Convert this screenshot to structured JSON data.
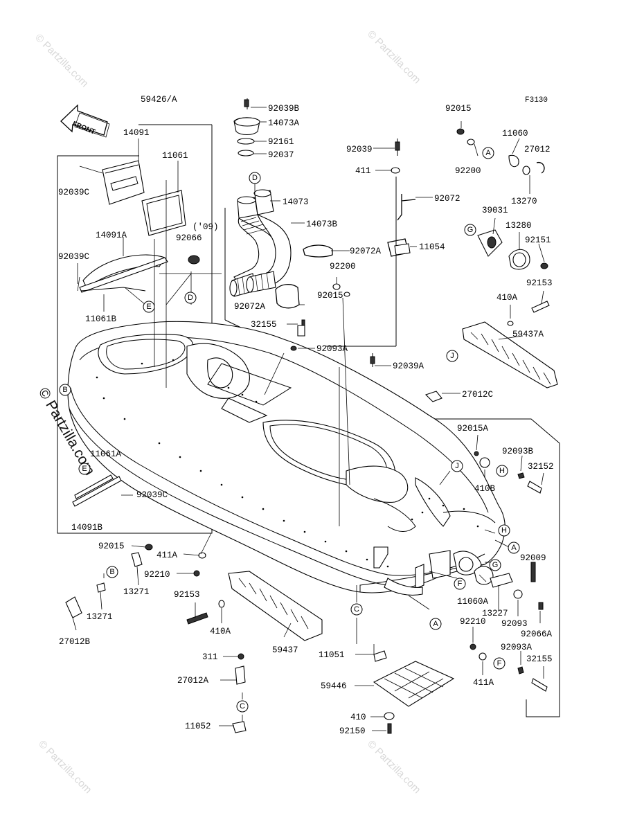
{
  "figure_code": "F3130",
  "front_label": "FRONT",
  "watermark": "© Partzilla.com",
  "side_watermark": "© Partzilla.com",
  "callouts": {
    "p59426A": "59426/A",
    "p14091": "14091",
    "p11061": "11061",
    "p92039C_1": "92039C",
    "p09": "('09)",
    "p92066": "92066",
    "p14091A": "14091A",
    "p92039C_2": "92039C",
    "p11061B": "11061B",
    "p11061A": "11061A",
    "p92039C_3": "92039C",
    "p14091B": "14091B",
    "p92039B": "92039B",
    "p14073A": "14073A",
    "p92161": "92161",
    "p92037": "92037",
    "p14073": "14073",
    "p14073B": "14073B",
    "p92072A_1": "92072A",
    "p92072A_2": "92072A",
    "p92200_1": "92200",
    "p92015_1": "92015",
    "p32155_1": "32155",
    "p92093A_1": "92093A",
    "p92039": "92039",
    "p411_1": "411",
    "p92072": "92072",
    "p11054": "11054",
    "p92039A": "92039A",
    "p92015_2": "92015",
    "p11060": "11060",
    "p27012": "27012",
    "p92200_2": "92200",
    "p13270": "13270",
    "p39031": "39031",
    "p13280": "13280",
    "p92151": "92151",
    "p92153_1": "92153",
    "p410A_1": "410A",
    "p59437A": "59437A",
    "p27012C": "27012C",
    "p92015A": "92015A",
    "p92093B": "92093B",
    "p32152": "32152",
    "p410B": "410B",
    "p92009": "92009",
    "p11060A": "11060A",
    "p13227": "13227",
    "p92093": "92093",
    "p92066A": "92066A",
    "p92210_1": "92210",
    "p92093A_2": "92093A",
    "p32155_2": "32155",
    "p411A_1": "411A",
    "p92015_3": "92015",
    "p411A_2": "411A",
    "p92210_2": "92210",
    "p13271_1": "13271",
    "p13271_2": "13271",
    "p27012B": "27012B",
    "p92153_2": "92153",
    "p410A_2": "410A",
    "p59437": "59437",
    "p311": "311",
    "p27012A": "27012A",
    "p11052": "11052",
    "p11051": "11051",
    "p59446": "59446",
    "p410": "410",
    "p92150": "92150"
  },
  "ref_markers": {
    "A": "A",
    "B": "B",
    "C": "C",
    "D": "D",
    "E": "E",
    "F": "F",
    "G": "G",
    "H": "H",
    "J": "J"
  }
}
